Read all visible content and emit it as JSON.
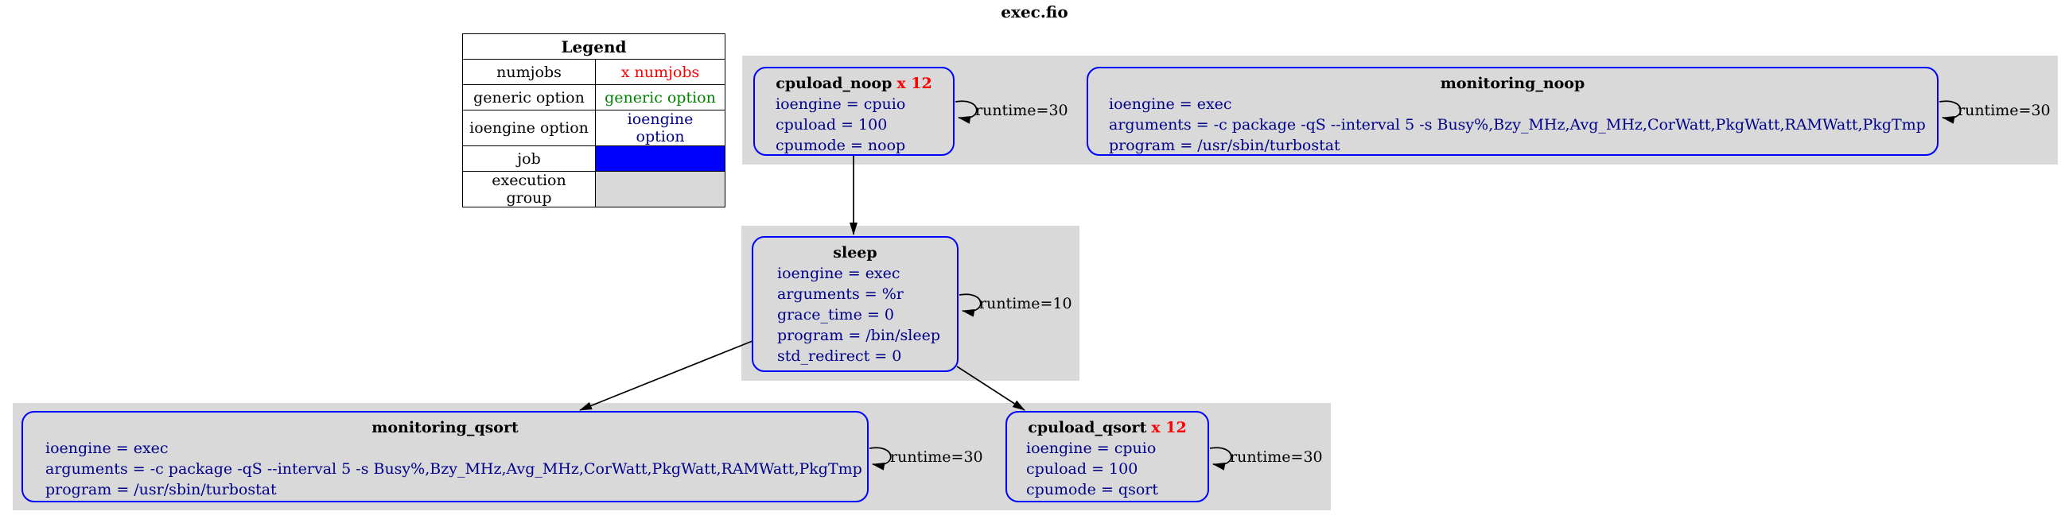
{
  "title": "exec.fio",
  "colors": {
    "numjobs_text": "#ff0000",
    "generic_option_text": "#008000",
    "ioengine_option_text": "#00008b",
    "job_fill": "#0000ff",
    "execution_group_fill": "#d9d9d9",
    "node_border": "#0000ff"
  },
  "legend": {
    "header": "Legend",
    "rows": [
      {
        "label": "numjobs",
        "sample": "x numjobs"
      },
      {
        "label": "generic option",
        "sample": "generic option"
      },
      {
        "label": "ioengine option",
        "sample": "ioengine option"
      },
      {
        "label": "job",
        "sample": ""
      },
      {
        "label": "execution group",
        "sample": ""
      }
    ]
  },
  "nodes": {
    "cpuload_noop": {
      "title": "cpuload_noop",
      "numjobs": "x 12",
      "lines": [
        "ioengine = cpuio",
        "cpuload = 100",
        "cpumode = noop"
      ],
      "loop_label": "runtime=30"
    },
    "monitoring_noop": {
      "title": "monitoring_noop",
      "lines": [
        "ioengine = exec",
        "arguments = -c package -qS --interval 5 -s Busy%,Bzy_MHz,Avg_MHz,CorWatt,PkgWatt,RAMWatt,PkgTmp",
        "program = /usr/sbin/turbostat"
      ],
      "loop_label": "runtime=30"
    },
    "sleep": {
      "title": "sleep",
      "lines": [
        "ioengine = exec",
        "arguments = %r",
        "grace_time = 0",
        "program = /bin/sleep",
        "std_redirect = 0"
      ],
      "loop_label": "runtime=10"
    },
    "monitoring_qsort": {
      "title": "monitoring_qsort",
      "lines": [
        "ioengine = exec",
        "arguments = -c package -qS --interval 5 -s Busy%,Bzy_MHz,Avg_MHz,CorWatt,PkgWatt,RAMWatt,PkgTmp",
        "program = /usr/sbin/turbostat"
      ],
      "loop_label": "runtime=30"
    },
    "cpuload_qsort": {
      "title": "cpuload_qsort",
      "numjobs": "x 12",
      "lines": [
        "ioengine = cpuio",
        "cpuload = 100",
        "cpumode = qsort"
      ],
      "loop_label": "runtime=30"
    }
  },
  "edges": [
    {
      "from": "cpuload_noop",
      "to": "sleep"
    },
    {
      "from": "sleep",
      "to": "monitoring_qsort"
    },
    {
      "from": "sleep",
      "to": "cpuload_qsort"
    }
  ]
}
